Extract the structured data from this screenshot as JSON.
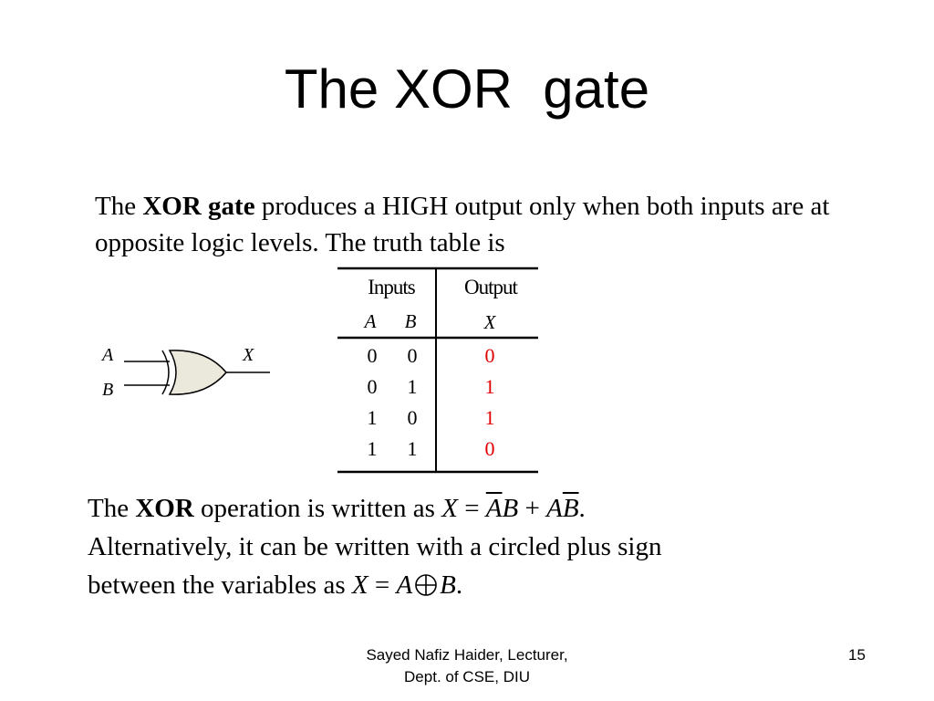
{
  "slide": {
    "title": "The XOR  gate",
    "para1": {
      "pre": "The ",
      "bold": "XOR gate",
      "post": " produces a HIGH output only when both inputs are at opposite logic levels.  The truth table is"
    },
    "para2": {
      "pre": "The ",
      "bold": "XOR",
      "mid": " operation is written as ",
      "eq_x": "X",
      "eq_eq": " = ",
      "eq_a1": "A",
      "eq_b1": "B",
      "eq_plus": " + ",
      "eq_a2": "A",
      "eq_b2": "B",
      "eq_end": ".",
      "line2": "Alternatively, it can be written with a circled plus sign",
      "line3_pre": "between the variables as ",
      "eq2_x": "X",
      "eq2_eq": " = ",
      "eq2_a": "A",
      "eq2_b": "B",
      "eq2_end": "."
    },
    "gate": {
      "input_a": "A",
      "input_b": "B",
      "output": "X"
    },
    "truth_table": {
      "header_inputs": "Inputs",
      "header_output": "Output",
      "sub_a": "A",
      "sub_b": "B",
      "sub_x": "X",
      "rows": [
        {
          "a": "0",
          "b": "0",
          "x": "0"
        },
        {
          "a": "0",
          "b": "1",
          "x": "1"
        },
        {
          "a": "1",
          "b": "0",
          "x": "1"
        },
        {
          "a": "1",
          "b": "1",
          "x": "0"
        }
      ]
    },
    "footer": {
      "line1": "Sayed Nafiz Haider, Lecturer,",
      "line2": "Dept. of CSE, DIU",
      "page": "15"
    },
    "colors": {
      "output_values": "#e00000",
      "gate_fill": "#ebe8dc"
    }
  }
}
